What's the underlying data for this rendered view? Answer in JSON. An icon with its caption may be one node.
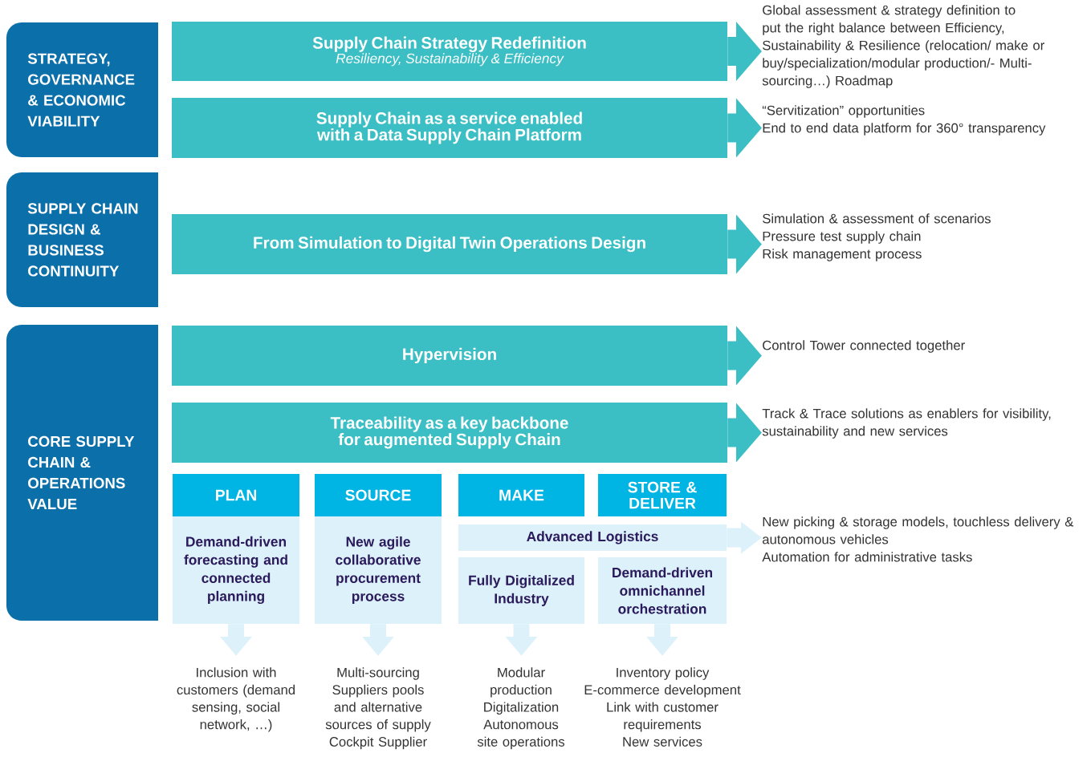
{
  "diagram": {
    "nodes": [
      {
        "text": [
          "STRATEGY, GOVERNANCE & ECONOMIC VIABILITY"
        ]
      },
      {
        "text": [
          "SUPPLY CHAIN DESIGN & BUSINESS CONTINUITY"
        ]
      },
      {
        "text": [
          "CORE SUPPLY CHAIN & OPERATIONS VALUE"
        ]
      },
      {
        "text": [
          "Supply Chain Strategy Redefinition",
          "Resiliency, Sustainability & Efficiency"
        ]
      },
      {
        "text": [
          "Supply Chain as a service enabled with a Data Supply Chain Platform"
        ]
      },
      {
        "text": [
          "From Simulation to Digital Twin Operations Design"
        ]
      },
      {
        "text": [
          "Hypervision"
        ]
      },
      {
        "text": [
          "Traceability as a key backbone for augmented Supply Chain"
        ]
      },
      {
        "text": [
          "PLAN"
        ]
      },
      {
        "text": [
          "SOURCE"
        ]
      },
      {
        "text": [
          "MAKE"
        ]
      },
      {
        "text": [
          "STORE & DELIVER"
        ]
      },
      {
        "text": [
          "Demand-driven forecasting and connected planning"
        ]
      },
      {
        "text": [
          "New agile collaborative procurement process"
        ]
      },
      {
        "text": [
          "Advanced Logistics"
        ]
      },
      {
        "text": [
          "Fully Digitalized Industry"
        ]
      },
      {
        "text": [
          "Demand-driven omnichannel orchestration"
        ]
      },
      {
        "text": [
          "Global assessment & strategy definition to put the right balance between Efficiency, Sustainability & Resilience (relocation/ make or buy/specialization/modular production/- Multi-sourcing…) Roadmap"
        ]
      },
      {
        "text": [
          "“Servitization” opportunities",
          "End to end data platform for 360° transparency"
        ]
      },
      {
        "text": [
          "Simulation & assessment of scenarios",
          "Pressure test supply chain",
          "Risk management process"
        ]
      },
      {
        "text": [
          "Control Tower connected together"
        ]
      },
      {
        "text": [
          "Track & Trace solutions as enablers for visibility, sustainability and new services"
        ]
      },
      {
        "text": [
          "New picking & storage models, touchless delivery & autonomous vehicles",
          "Automation for administrative tasks"
        ]
      },
      {
        "text": [
          "Inclusion with customers (demand sensing, social network, …)"
        ]
      },
      {
        "text": [
          "Multi-sourcing",
          "Suppliers pools and alternative sources of supply",
          "Cockpit Supplier"
        ]
      },
      {
        "text": [
          "Modular production",
          "Digitalization",
          "Autonomous site operations"
        ]
      },
      {
        "text": [
          "Inventory policy",
          "E-commerce development",
          "Link with customer requirements",
          "New services"
        ]
      }
    ],
    "edges": [
      {
        "from": 3,
        "to": 17,
        "arrow": "to",
        "color": "#3cbfc4"
      },
      {
        "from": 4,
        "to": 18,
        "arrow": "to",
        "color": "#3cbfc4"
      },
      {
        "from": 5,
        "to": 19,
        "arrow": "to",
        "color": "#3cbfc4"
      },
      {
        "from": 6,
        "to": 20,
        "arrow": "to",
        "color": "#3cbfc4"
      },
      {
        "from": 7,
        "to": 21,
        "arrow": "to",
        "color": "#3cbfc4"
      },
      {
        "from": 14,
        "to": 22,
        "arrow": "to",
        "color": "#dcf1f9"
      },
      {
        "from": 12,
        "to": 23,
        "arrow": "to",
        "color": "#dcf1f9"
      },
      {
        "from": 13,
        "to": 24,
        "arrow": "to",
        "color": "#dcf1f9"
      },
      {
        "from": 15,
        "to": 25,
        "arrow": "to",
        "color": "#dcf1f9"
      },
      {
        "from": 16,
        "to": 26,
        "arrow": "to",
        "color": "#dcf1f9"
      }
    ]
  }
}
